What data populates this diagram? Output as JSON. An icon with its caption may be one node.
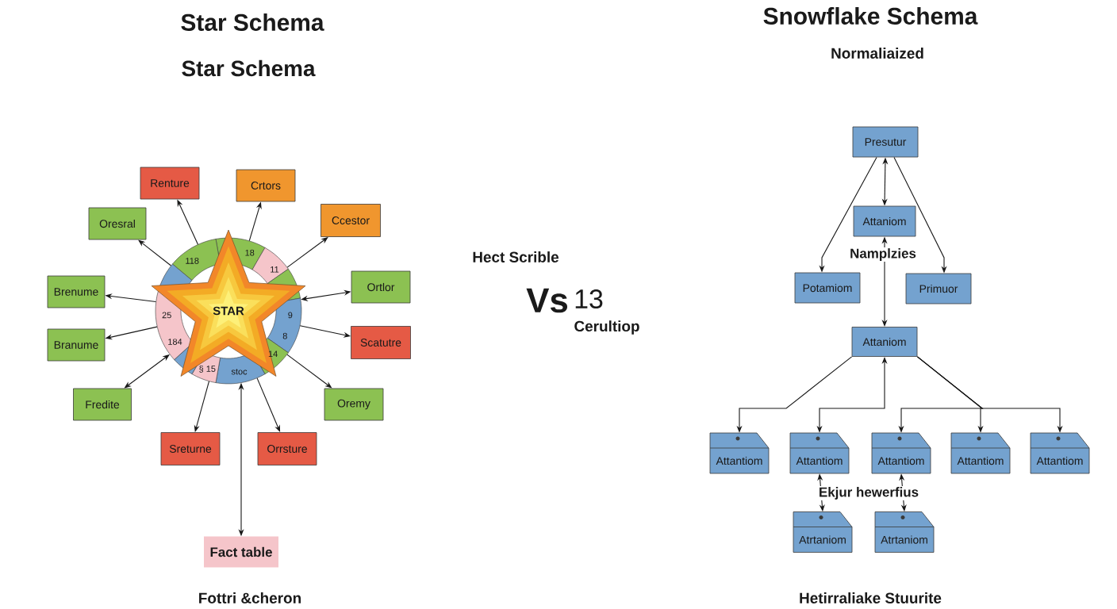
{
  "diagram": {
    "title": "Star Schema",
    "nodes": [
      {
        "text": [
          "STAR"
        ]
      },
      {
        "text": [
          "Renture"
        ]
      },
      {
        "text": [
          "Crtors"
        ]
      },
      {
        "text": [
          "Oresral"
        ]
      },
      {
        "text": [
          "Ccestor"
        ]
      },
      {
        "text": [
          "Brenume"
        ]
      },
      {
        "text": [
          "Ortlor"
        ]
      },
      {
        "text": [
          "Branume"
        ]
      },
      {
        "text": [
          "Scatutre"
        ]
      },
      {
        "text": [
          "Fredite"
        ]
      },
      {
        "text": [
          "Oremy"
        ]
      },
      {
        "text": [
          "Sreturne"
        ]
      },
      {
        "text": [
          "Orrsture"
        ]
      },
      {
        "text": [
          "Fact table"
        ]
      },
      {
        "text": [
          "Presutur"
        ]
      },
      {
        "text": [
          "Attaniom"
        ]
      },
      {
        "text": [
          "Potamiom"
        ]
      },
      {
        "text": [
          "Primuor"
        ]
      },
      {
        "text": [
          "Attaniom"
        ]
      },
      {
        "text": [
          "Attantiom"
        ]
      },
      {
        "text": [
          "Attantiom"
        ]
      },
      {
        "text": [
          "Attantiom"
        ]
      },
      {
        "text": [
          "Attantiom"
        ]
      },
      {
        "text": [
          "Attantiom"
        ]
      },
      {
        "text": [
          "Atrtaniom"
        ]
      },
      {
        "text": [
          "Atrtaniom"
        ]
      }
    ],
    "edges": [
      {
        "from": 0,
        "to": 1,
        "arrow": "to"
      },
      {
        "from": 0,
        "to": 2,
        "arrow": "to"
      },
      {
        "from": 0,
        "to": 3,
        "arrow": "to"
      },
      {
        "from": 0,
        "to": 4,
        "arrow": "to"
      },
      {
        "from": 0,
        "to": 5,
        "arrow": "to"
      },
      {
        "from": 0,
        "to": 6,
        "arrow": "both"
      },
      {
        "from": 0,
        "to": 7,
        "arrow": "to"
      },
      {
        "from": 0,
        "to": 8,
        "arrow": "to"
      },
      {
        "from": 0,
        "to": 9,
        "arrow": "both"
      },
      {
        "from": 0,
        "to": 10,
        "arrow": "to"
      },
      {
        "from": 0,
        "to": 11,
        "arrow": "to"
      },
      {
        "from": 0,
        "to": 12,
        "arrow": "to"
      },
      {
        "from": 0,
        "to": 13,
        "arrow": "both"
      },
      {
        "from": 14,
        "to": 15,
        "arrow": "both"
      },
      {
        "from": 14,
        "to": 16,
        "arrow": "to"
      },
      {
        "from": 14,
        "to": 17,
        "arrow": "to"
      },
      {
        "from": 15,
        "to": 18,
        "arrow": "both"
      },
      {
        "from": 18,
        "to": 19,
        "arrow": "to"
      },
      {
        "from": 18,
        "to": 20,
        "arrow": "both"
      },
      {
        "from": 18,
        "to": 21,
        "arrow": "to"
      },
      {
        "from": 18,
        "to": 22,
        "arrow": "to"
      },
      {
        "from": 18,
        "to": 23,
        "arrow": "to"
      },
      {
        "from": 20,
        "to": 24,
        "arrow": "both"
      },
      {
        "from": 21,
        "to": 25,
        "arrow": "both"
      }
    ],
    "labels": [
      "Snowflake Schema",
      "Normaliaized",
      "Star Schema",
      "Hect Scrible",
      "Namplzies",
      "118",
      "18",
      "11",
      "25",
      "9",
      "Vs",
      "13",
      "Cerultiop",
      "184",
      "8",
      "14",
      "§ 15",
      "stoc",
      "Ekjur hewerfius",
      "Fottri &cheron",
      "Hetirraliake Stuurite"
    ]
  }
}
